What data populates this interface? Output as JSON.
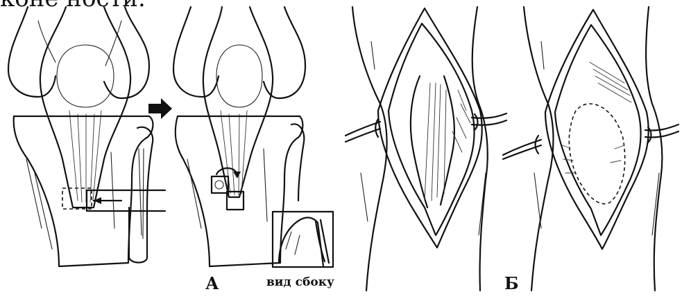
{
  "top_text": "коне ности.",
  "panels": {
    "left_label": "А",
    "right_label": "Б"
  },
  "inset_caption": "вид сбоку"
}
